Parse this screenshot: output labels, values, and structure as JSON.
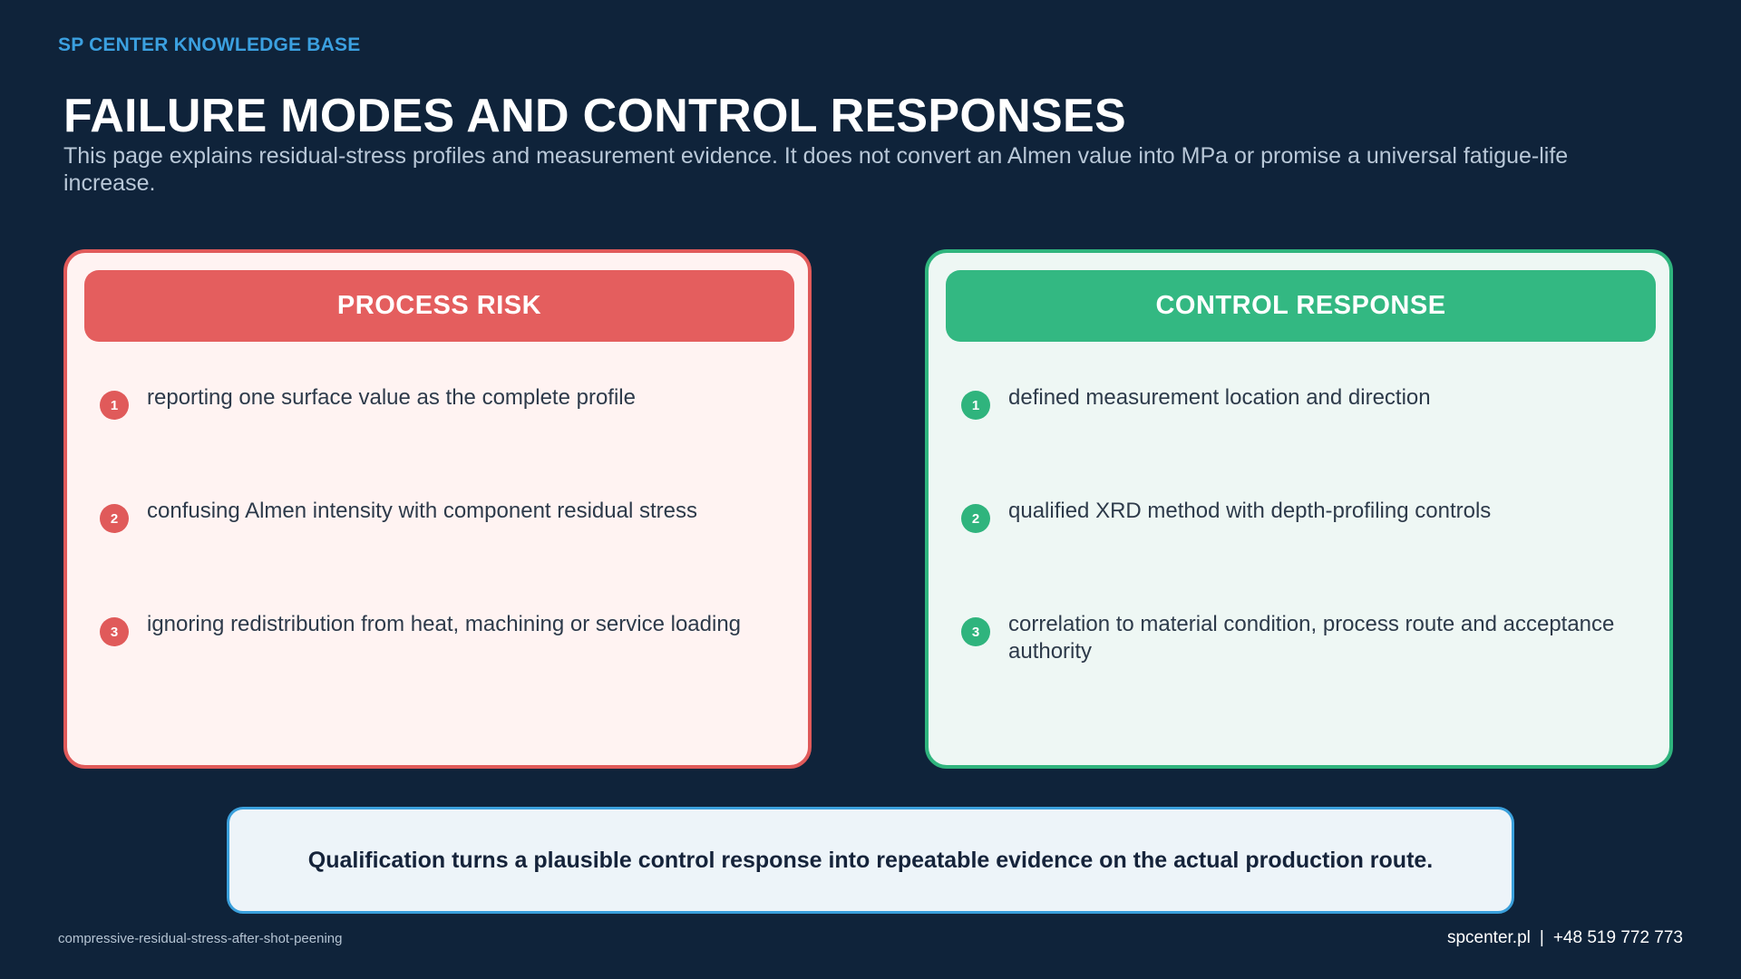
{
  "brand": "SP CENTER KNOWLEDGE BASE",
  "title": "FAILURE MODES AND CONTROL RESPONSES",
  "subtitle": "This page explains residual-stress profiles and measurement evidence. It does not convert an Almen value into MPa or promise a universal fatigue-life increase.",
  "colors": {
    "background": "#0f233a",
    "risk_accent": "#e45e5e",
    "response_accent": "#33b882",
    "brand_accent": "#3ba0e0"
  },
  "risk_panel": {
    "heading": "PROCESS RISK",
    "items": [
      {
        "num": "1",
        "text": "reporting one surface value as the complete profile"
      },
      {
        "num": "2",
        "text": "confusing Almen intensity with component residual stress"
      },
      {
        "num": "3",
        "text": "ignoring redistribution from heat, machining or service loading"
      }
    ]
  },
  "response_panel": {
    "heading": "CONTROL RESPONSE",
    "items": [
      {
        "num": "1",
        "text": "defined measurement location and direction"
      },
      {
        "num": "2",
        "text": "qualified XRD method with depth-profiling controls"
      },
      {
        "num": "3",
        "text": "correlation to material condition, process route and acceptance authority"
      }
    ]
  },
  "banner": "Qualification turns a plausible control response into repeatable evidence on the actual production route.",
  "footer": {
    "slug": "compressive-residual-stress-after-shot-peening",
    "website": "spcenter.pl",
    "separator": "|",
    "phone": "+48 519 772 773"
  }
}
